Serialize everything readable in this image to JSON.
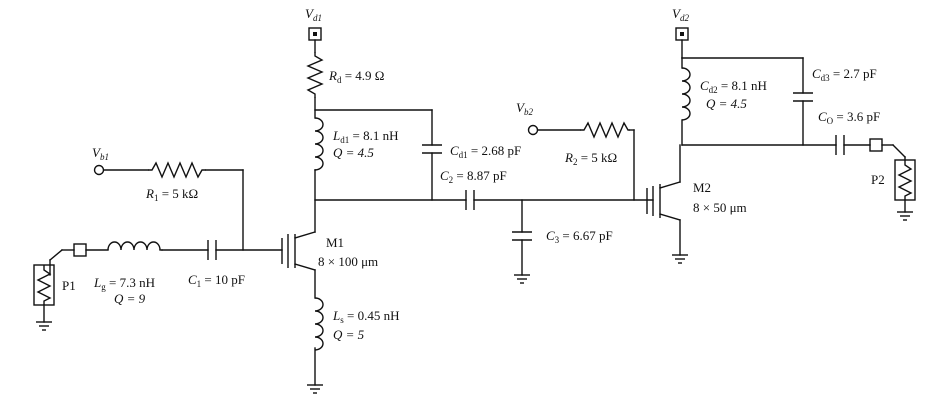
{
  "supplies": {
    "vd1": {
      "main": "V",
      "sub": "d1"
    },
    "vd2": {
      "main": "V",
      "sub": "d2"
    },
    "vb1": {
      "main": "V",
      "sub": "b1"
    },
    "vb2": {
      "main": "V",
      "sub": "b2"
    }
  },
  "components": {
    "rd": {
      "sym": "R",
      "sub": "d",
      "val": " = 4.9 Ω"
    },
    "ld1": {
      "sym": "L",
      "sub": "d1",
      "val": " = 8.1 nH",
      "q": "Q = 4.5"
    },
    "cd1": {
      "sym": "C",
      "sub": "d1",
      "val": " = 2.68 pF"
    },
    "c2": {
      "sym": "C",
      "sub": "2",
      "val": " = 8.87 pF"
    },
    "r1": {
      "sym": "R",
      "sub": "1",
      "val": " = 5 kΩ"
    },
    "lg": {
      "sym": "L",
      "sub": "g",
      "val": " = 7.3 nH",
      "q": "Q = 9"
    },
    "c1": {
      "sym": "C",
      "sub": "1",
      "val": " = 10 pF"
    },
    "ls": {
      "sym": "L",
      "sub": "s",
      "val": " = 0.45 nH",
      "q": "Q = 5"
    },
    "r2": {
      "sym": "R",
      "sub": "2",
      "val": " = 5 kΩ"
    },
    "c3": {
      "sym": "C",
      "sub": "3",
      "val": " = 6.67 pF"
    },
    "ld2": {
      "sym": "C",
      "sub": "d2",
      "val": " = 8.1 nH",
      "q": "Q = 4.5"
    },
    "cd3": {
      "sym": "C",
      "sub": "d3",
      "val": " = 2.7 pF"
    },
    "co": {
      "sym": "C",
      "sub": "O",
      "val": " = 3.6 pF"
    }
  },
  "transistors": {
    "m1": {
      "name": "M1",
      "size": "8 × 100 μm"
    },
    "m2": {
      "name": "M2",
      "size": "8 × 50 μm"
    }
  },
  "ports": {
    "p1": "P1",
    "p2": "P2"
  }
}
